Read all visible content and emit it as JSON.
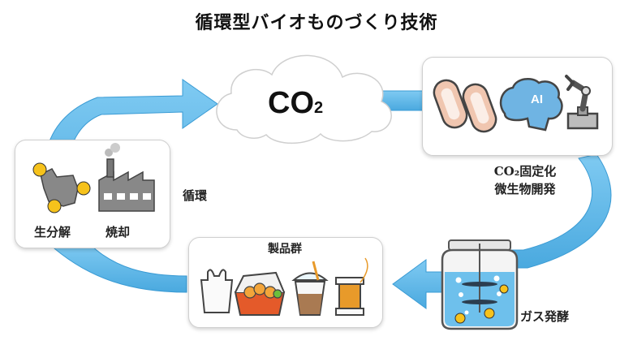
{
  "title": "循環型バイオものづくり技術",
  "cloud": {
    "co2_label": "CO",
    "co2_sub": "2"
  },
  "fixation": {
    "line1": "CO₂固定化",
    "line2": "微生物開発",
    "icon_ai_label": "AI"
  },
  "fermentation": {
    "label": "ガス発酵"
  },
  "products": {
    "label": "製品群"
  },
  "degradation": {
    "biodegradation": "生分解",
    "incineration": "焼却"
  },
  "cycle": {
    "label": "循環"
  },
  "colors": {
    "arrow": "#62b9e9",
    "arrow_dark": "#3a9bd4",
    "cloud_stroke": "#d0d0d0",
    "accent_yellow": "#f6c21b"
  }
}
